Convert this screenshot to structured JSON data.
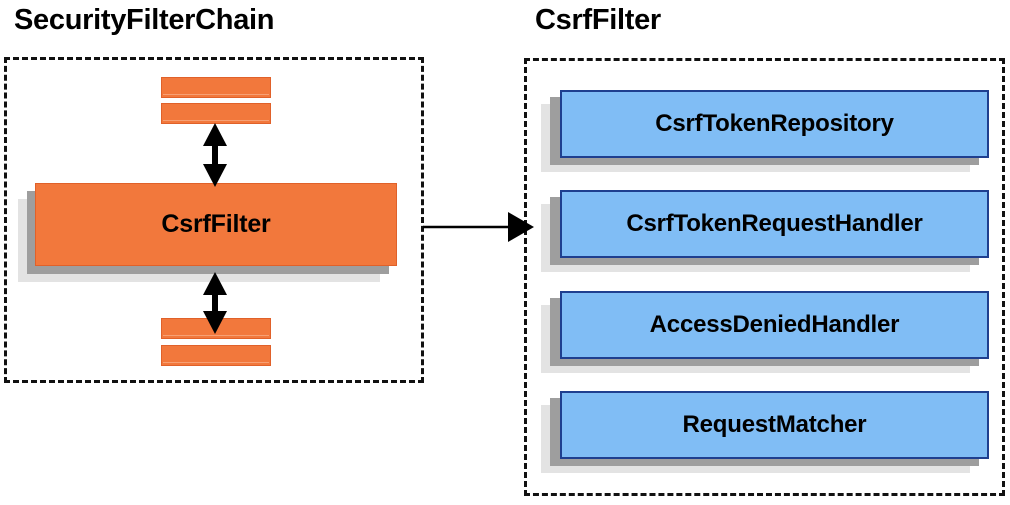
{
  "diagram": {
    "title_left": "SecurityFilterChain",
    "title_right": "CsrfFilter",
    "accent_orange": "#f2783c",
    "accent_blue": "#80bdf5",
    "blue_border": "#1f3f8f",
    "shadow_near": "#9e9e9e",
    "shadow_far": "#e3e3e3",
    "panel_border": "#111111"
  },
  "left_panel": {
    "title": "SecurityFilterChain",
    "filters_above": [
      {
        "label": ""
      },
      {
        "label": ""
      }
    ],
    "focus_box": {
      "label": "CsrfFilter"
    },
    "filters_below": [
      {
        "label": ""
      },
      {
        "label": ""
      }
    ],
    "connectors": [
      {
        "name": "above-link",
        "type": "double-arrow",
        "orientation": "vertical"
      },
      {
        "name": "below-link",
        "type": "double-arrow",
        "orientation": "vertical"
      }
    ]
  },
  "right_panel": {
    "title": "CsrfFilter",
    "collaborators": [
      {
        "label": "CsrfTokenRepository"
      },
      {
        "label": "CsrfTokenRequestHandler"
      },
      {
        "label": "AccessDeniedHandler"
      },
      {
        "label": "RequestMatcher"
      }
    ]
  },
  "cross_link": {
    "name": "csrffilter-expansion-arrow",
    "type": "single-arrow",
    "orientation": "horizontal",
    "from": "CsrfFilter",
    "to": "CsrfFilter detail panel"
  }
}
